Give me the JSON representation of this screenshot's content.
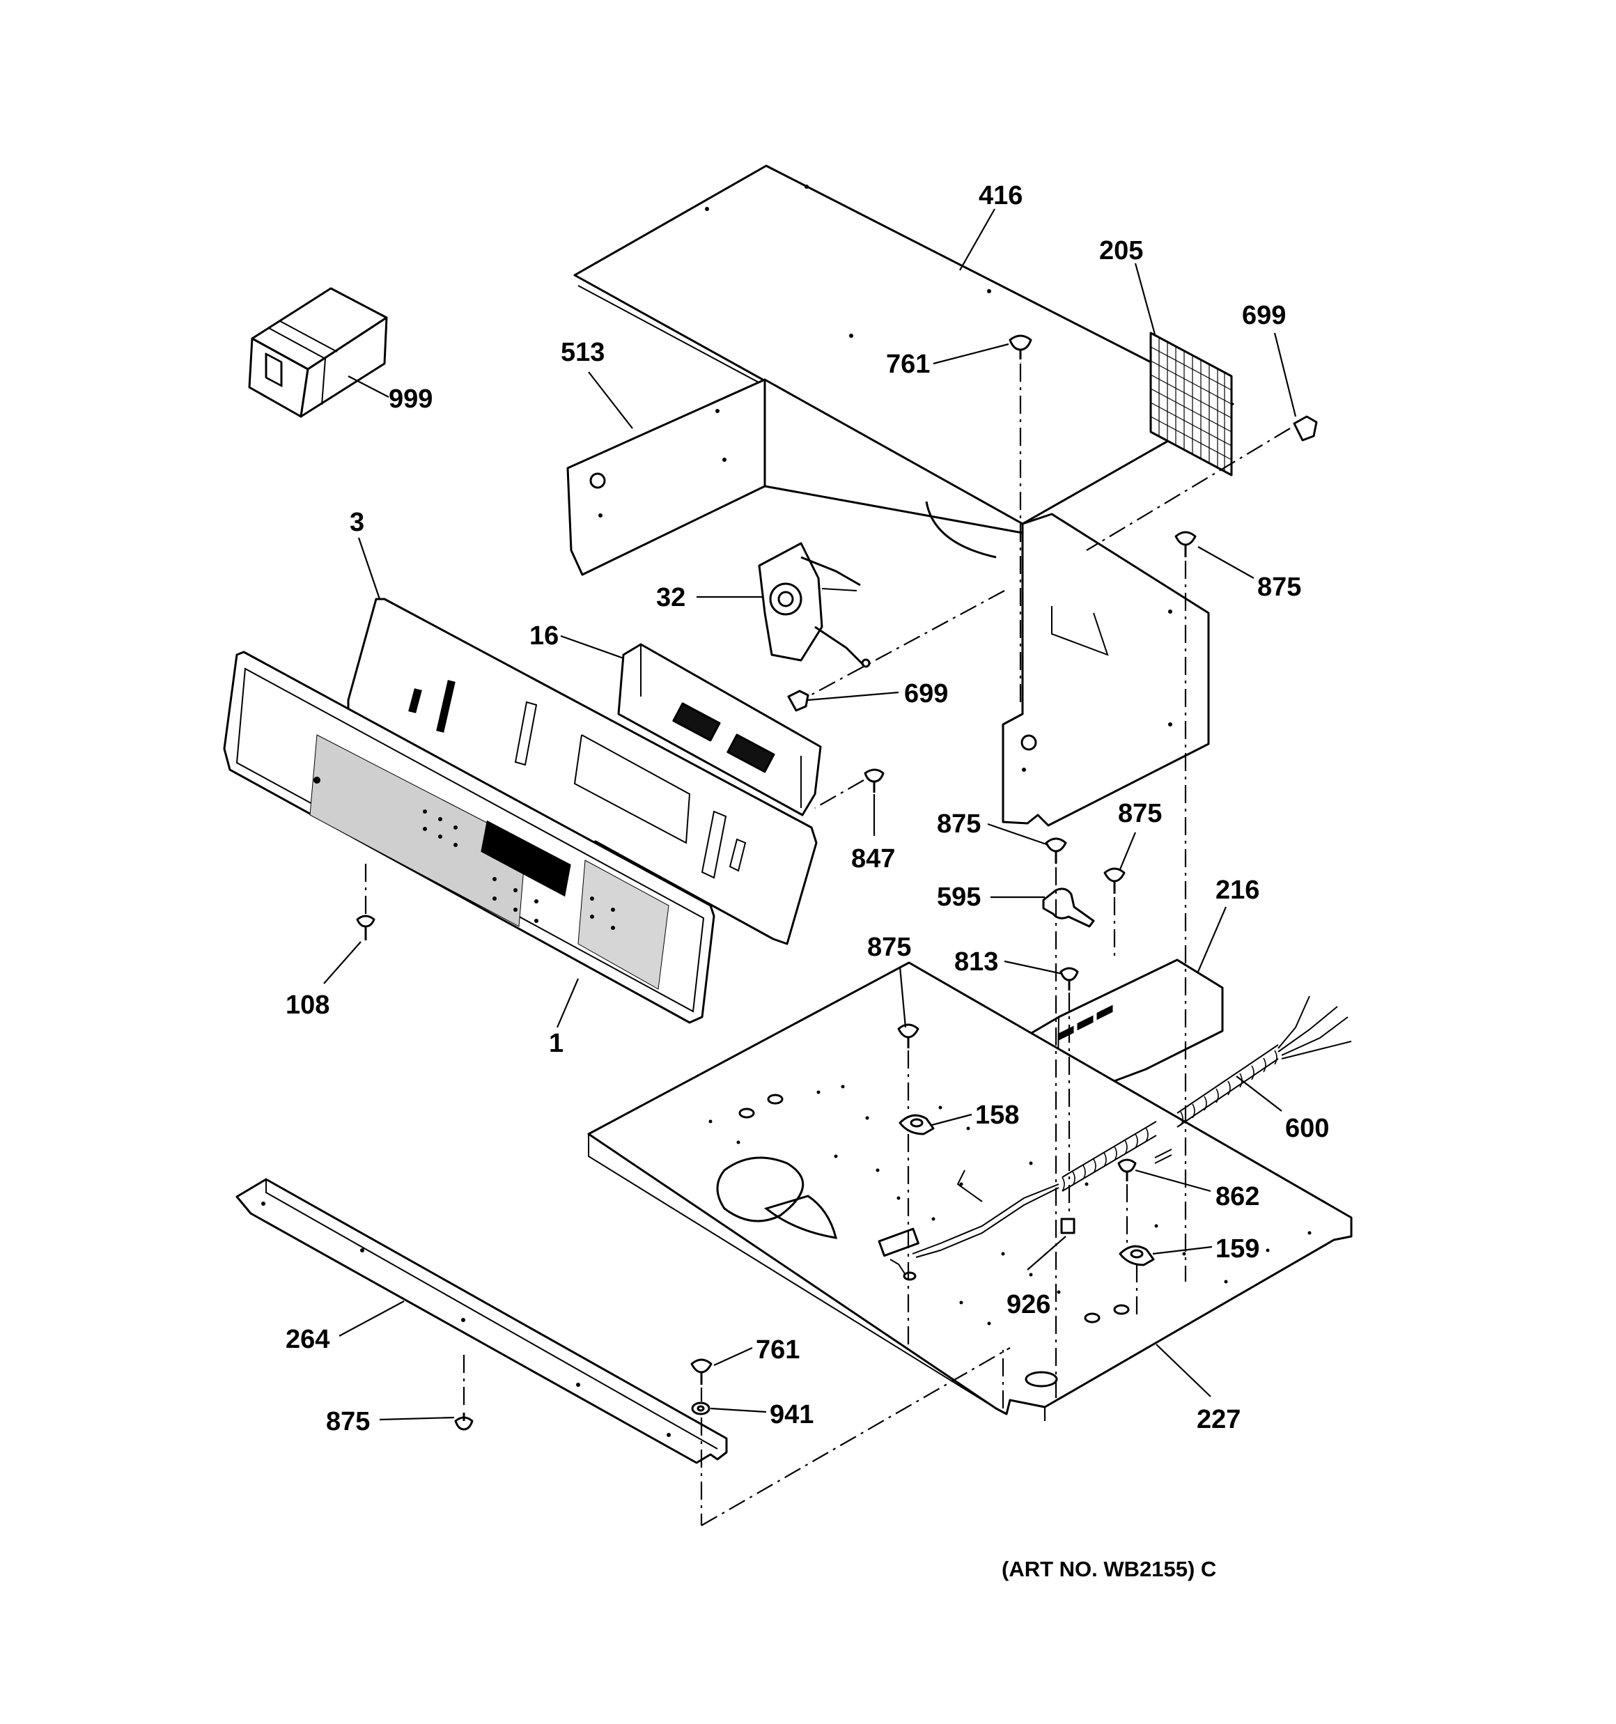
{
  "art_number": "(ART NO. WB2155) C",
  "callouts": {
    "c416": "416",
    "c205": "205",
    "c699_top": "699",
    "c513": "513",
    "c761_top": "761",
    "c999": "999",
    "c3": "3",
    "c32": "32",
    "c875_right": "875",
    "c16": "16",
    "c699_mid": "699",
    "c847": "847",
    "c875_a": "875",
    "c875_b": "875",
    "c595": "595",
    "c216": "216",
    "c875_c": "875",
    "c813": "813",
    "c108": "108",
    "c1": "1",
    "c158": "158",
    "c600": "600",
    "c862": "862",
    "c159": "159",
    "c926": "926",
    "c264": "264",
    "c761_bottom": "761",
    "c941": "941",
    "c875_bottom": "875",
    "c227": "227"
  }
}
